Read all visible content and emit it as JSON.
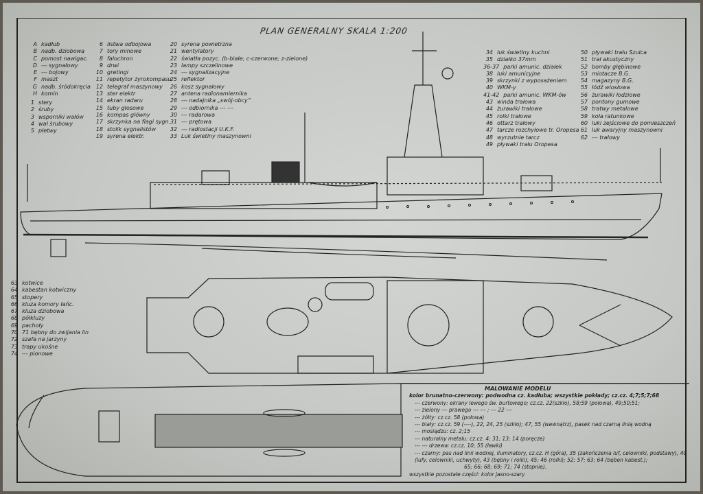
{
  "title": "PLAN GENERALNY   SKALA 1:200",
  "legend_letters": [
    {
      "k": "A",
      "t": "kadłub"
    },
    {
      "k": "B",
      "t": "nadb. dziobowa"
    },
    {
      "k": "C",
      "t": "pomost nawigac."
    },
    {
      "k": "D",
      "t": "--- sygnałowy"
    },
    {
      "k": "E",
      "t": "--- bojowy"
    },
    {
      "k": "F",
      "t": "maszt"
    },
    {
      "k": "G",
      "t": "nadb. śródokręcia"
    },
    {
      "k": "H",
      "t": "komin"
    }
  ],
  "legend_1_5": [
    {
      "k": "1",
      "t": "stery"
    },
    {
      "k": "2",
      "t": "śruby"
    },
    {
      "k": "3",
      "t": "wsporniki wałów"
    },
    {
      "k": "4",
      "t": "wał śrubowy"
    },
    {
      "k": "5",
      "t": "płetwy"
    }
  ],
  "legend_6_19": [
    {
      "k": "6",
      "t": "listwa odbojowa"
    },
    {
      "k": "7",
      "t": "tory minowe"
    },
    {
      "k": "8",
      "t": "falochron"
    },
    {
      "k": "9",
      "t": "drwi"
    },
    {
      "k": "10",
      "t": "gretingi"
    },
    {
      "k": "11",
      "t": "repetytor żyrokompasu"
    },
    {
      "k": "12",
      "t": "telegraf maszynowy"
    },
    {
      "k": "13",
      "t": "ster elektr"
    },
    {
      "k": "14",
      "t": "ekran radaru"
    },
    {
      "k": "15",
      "t": "tuby głosowe"
    },
    {
      "k": "16",
      "t": "kompas główny"
    },
    {
      "k": "17",
      "t": "skrzynka na flagi sygn."
    },
    {
      "k": "18",
      "t": "stolik sygnalistów"
    },
    {
      "k": "19",
      "t": "syrena elektr."
    }
  ],
  "legend_20_33": [
    {
      "k": "20",
      "t": "syrena powietrzna"
    },
    {
      "k": "21",
      "t": "wentylatory"
    },
    {
      "k": "22",
      "t": "światła pozyc. (b-białe; c-czerwone; z-zielone)"
    },
    {
      "k": "23",
      "t": "lampy szczelinowe"
    },
    {
      "k": "24",
      "t": "--- sygnalizacyjne"
    },
    {
      "k": "25",
      "t": "reflektor"
    },
    {
      "k": "26",
      "t": "kosz sygnałowy"
    },
    {
      "k": "27",
      "t": "antena radionamiernika"
    },
    {
      "k": "28",
      "t": "--- nadajnika „swój-obcy”"
    },
    {
      "k": "29",
      "t": "--- odbiornika --- ---"
    },
    {
      "k": "30",
      "t": "--- radarowa"
    },
    {
      "k": "31",
      "t": "--- prętowa"
    },
    {
      "k": "32",
      "t": "--- radiostacji U.K.F."
    },
    {
      "k": "33",
      "t": "Luk świetlny maszynowni"
    }
  ],
  "legend_34_49": [
    {
      "k": "34",
      "t": "luk świetlny kuchni"
    },
    {
      "k": "35",
      "t": "działko 37mm"
    },
    {
      "k": "36-37",
      "t": "parki amunic. działek"
    },
    {
      "k": "38",
      "t": "luki amunicyjne"
    },
    {
      "k": "39",
      "t": "skrzynki z wyposażeniem"
    },
    {
      "k": "40",
      "t": "WKM-y"
    },
    {
      "k": "41-42",
      "t": "parki amunic. WKM-ów"
    },
    {
      "k": "43",
      "t": "winda trałowa"
    },
    {
      "k": "44",
      "t": "żurawiki trałowe"
    },
    {
      "k": "45",
      "t": "rolki trałowe"
    },
    {
      "k": "46",
      "t": "ottarz trałowy"
    },
    {
      "k": "47",
      "t": "tarcze rozchyłowe tr. Oropesa"
    },
    {
      "k": "48",
      "t": "wyrzutnie tarcz"
    },
    {
      "k": "49",
      "t": "pływaki trału Oropesa"
    }
  ],
  "legend_50_62": [
    {
      "k": "50",
      "t": "pływaki trału Szulca"
    },
    {
      "k": "51",
      "t": "trał akustyczny"
    },
    {
      "k": "52",
      "t": "bomby głębinowe"
    },
    {
      "k": "53",
      "t": "miotacze B.G."
    },
    {
      "k": "54",
      "t": "magazyny B.G."
    },
    {
      "k": "55",
      "t": "łódź wiosłowa"
    },
    {
      "k": "56",
      "t": "żurawiki łodziowe"
    },
    {
      "k": "57",
      "t": "pontony gumowe"
    },
    {
      "k": "58",
      "t": "tratwy metalowe"
    },
    {
      "k": "59",
      "t": "koła ratunkowe"
    },
    {
      "k": "60",
      "t": "luki zejściowe do pomieszczeń"
    },
    {
      "k": "61",
      "t": "luk awaryjny maszynowni"
    },
    {
      "k": "62",
      "t": "--- trałowy"
    }
  ],
  "legend_63_74": [
    {
      "k": "63",
      "t": "kotwice"
    },
    {
      "k": "64",
      "t": "kabestan kotwiczny"
    },
    {
      "k": "65",
      "t": "stopery"
    },
    {
      "k": "66",
      "t": "kluza komory łańc."
    },
    {
      "k": "67",
      "t": "kluza dziobowa"
    },
    {
      "k": "68",
      "t": "półkluzy"
    },
    {
      "k": "69",
      "t": "pachoły"
    },
    {
      "k": "70",
      "t": "71 bębny do zwijania lin"
    },
    {
      "k": "72",
      "t": "szafa na jarzyny"
    },
    {
      "k": "73",
      "t": "trapy ukośne"
    },
    {
      "k": "74",
      "t": "--- pionowe"
    }
  ],
  "painting": {
    "heading": "MALOWANIE MODELU",
    "lines": [
      "kolor brunatno-czerwony: podwodna cz. kadłuba; wszystkie pokłady; cz.cz. 4;7;5;7;68",
      "--- czerwony: ekrany lewego św. burtowego; cz.cz. 22(szkło), 58;59 (połowa), 49;50;51;",
      "--- zielony   ---   prawego --- ---   ;  --- 22 ---",
      "--- żółty:  cz.cz. 58 (połowa)",
      "--- biały:  cz.cz. 59 (----), 22, 24, 25 (szkło); 47, 55 (wewnątrz), pasek nad czarną linią wodną",
      "--- mosiądzu:  cz. 2;15",
      "--- naturalny metalu: cz.cz. 4; 31; 13; 14 (poręcze)",
      "---  ---  drzewa:  cz.cz. 10; 55 (ławki)",
      "--- czarny:  pas nad linii wodnej, iluminatory, cz.cz. H (góra), 35 (zakończenia luf, celowniki, podstawy), 40 (lufy, celowniki, uchwyty), 43 (bębny i rolki), 45; 46 (rolki); 52; 57; 63; 64 (bęben kabest.);",
      "65; 66; 68; 69; 71; 74 (stopnie).",
      "wszystkie pozostałe części: kolor jasno-szary"
    ]
  },
  "colors": {
    "paper": "#c9ccc8",
    "ink": "#222222"
  }
}
